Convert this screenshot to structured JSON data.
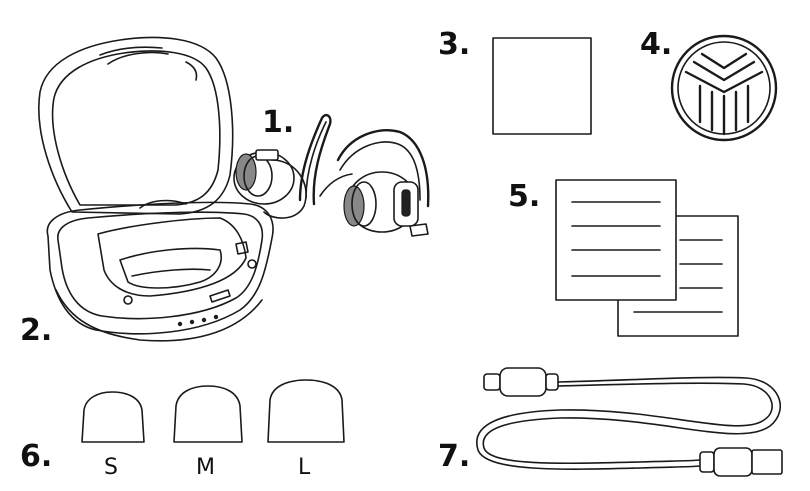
{
  "labels": {
    "earbuds": "1.",
    "case": "2.",
    "cloth": "3.",
    "sticker": "4.",
    "manuals": "5.",
    "eartips": "6.",
    "cable": "7."
  },
  "eartip_sizes": [
    "S",
    "M",
    "L"
  ]
}
